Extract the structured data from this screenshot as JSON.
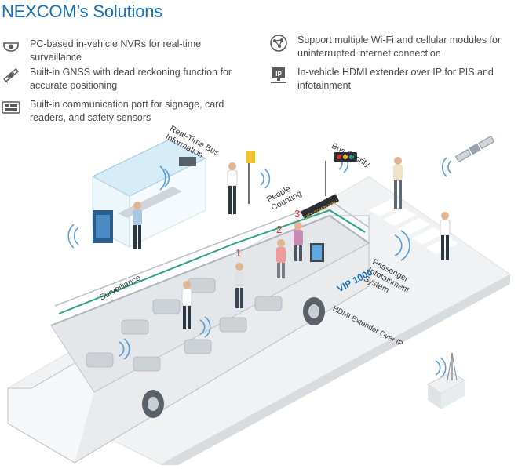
{
  "header": {
    "title": "NEXCOM’s Solutions"
  },
  "features": [
    {
      "icon": "nvr-camera-icon",
      "text": "PC-based in-vehicle NVRs for real-time surveillance"
    },
    {
      "icon": "gnss-satellite-icon",
      "text": "Built-in GNSS with dead reckoning function for accurate positioning"
    },
    {
      "icon": "communication-port-icon",
      "text": "Built-in communication port for signage, card readers, and safety sensors"
    },
    {
      "icon": "wifi-cellular-globe-icon",
      "text": "Support multiple Wi-Fi and cellular modules for uninterrupted internet connection"
    },
    {
      "icon": "ip-monitor-icon",
      "text": "In-vehicle HDMI extender over IP for PIS and infotainment"
    }
  ],
  "diagram": {
    "labels": {
      "realtime": "Real-Time Bus Information",
      "bus_priority": "Bus Priority",
      "people_counting": "People Counting",
      "surveillance": "Surveillance",
      "pis": "Passenger Infotainment System",
      "vip": "VIP 1000",
      "vip_sub": "HDMI Extender Over IP",
      "counter_1": "1",
      "counter_2": "2",
      "counter_3": "3",
      "destination_sign": "CITY TOWN HALL"
    },
    "colors": {
      "accent_blue": "#1b6fb0",
      "route_green": "#2fa38a",
      "counter_red": "#d9302c",
      "wave_blue": "#3d8fd1"
    }
  }
}
